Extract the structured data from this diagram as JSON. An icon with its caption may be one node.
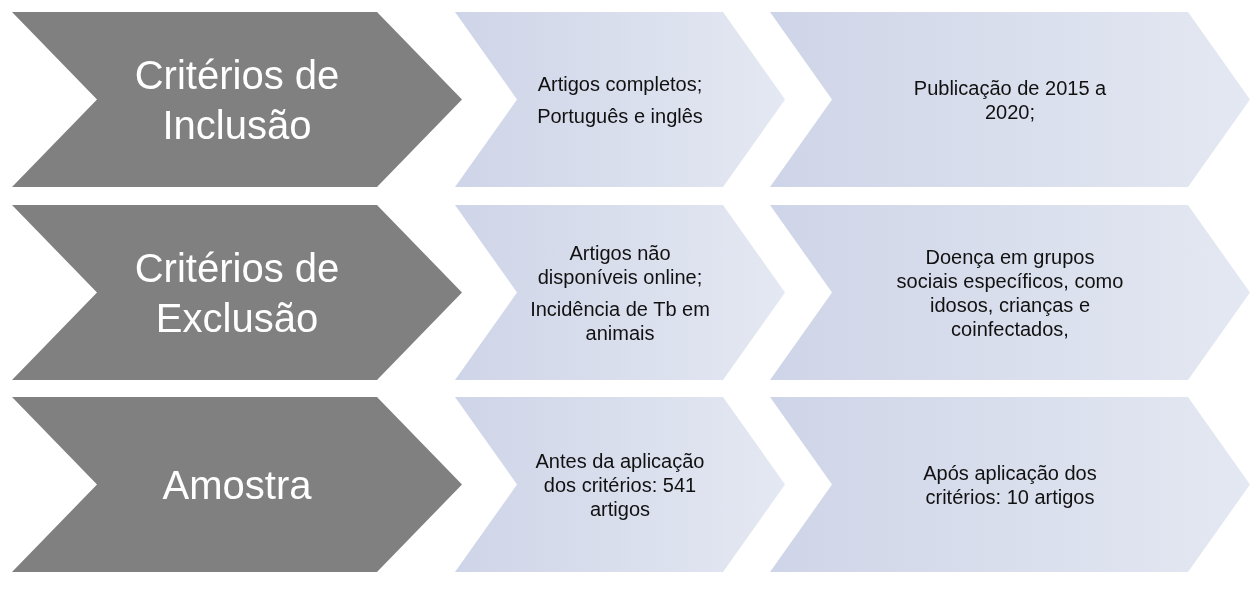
{
  "diagram": {
    "nodes": [
      {
        "text": [
          "Critérios de Inclusão"
        ]
      },
      {
        "text": [
          "Artigos completos;",
          "Português e inglês"
        ]
      },
      {
        "text": [
          "Publicação de 2015 a 2020;"
        ]
      },
      {
        "text": [
          "Critérios de Exclusão"
        ]
      },
      {
        "text": [
          "Artigos não disponíveis online;",
          "Incidência de Tb em animais"
        ]
      },
      {
        "text": [
          "Doença em grupos sociais específicos, como idosos, crianças e coinfectados,"
        ]
      },
      {
        "text": [
          "Amostra"
        ]
      },
      {
        "text": [
          "Antes da aplicação dos critérios: 541 artigos"
        ]
      },
      {
        "text": [
          "Após aplicação dos critérios: 10 artigos"
        ]
      }
    ]
  }
}
